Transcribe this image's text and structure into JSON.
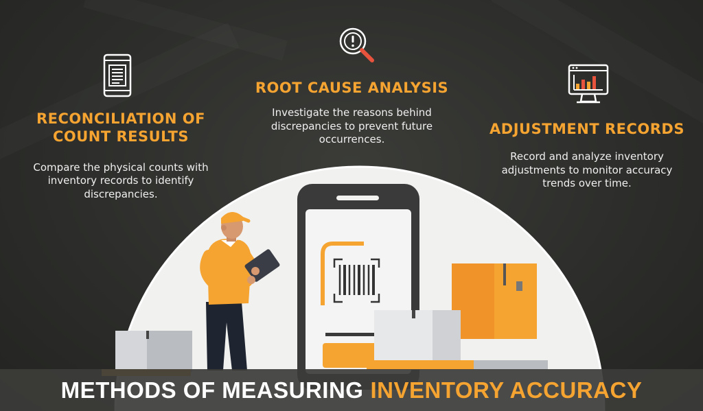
{
  "sections": {
    "left": {
      "icon": "document-tablet-icon",
      "title_line1": "RECONCILIATION OF",
      "title_line2": "COUNT RESULTS",
      "body_line1": "Compare the physical counts with",
      "body_line2": "inventory records to identify",
      "body_line3": "discrepancies."
    },
    "middle": {
      "icon": "magnifier-alert-icon",
      "title": "ROOT CAUSE ANALYSIS",
      "body_line1": "Investigate the reasons behind",
      "body_line2": "discrepancies to prevent future",
      "body_line3": "occurrences."
    },
    "right": {
      "icon": "monitor-bar-chart-icon",
      "title": "ADJUSTMENT RECORDS",
      "body_line1": "Record and analyze inventory",
      "body_line2": "adjustments to monitor accuracy",
      "body_line3": "trends over time."
    }
  },
  "banner": {
    "white_text": "METHODS OF MEASURING",
    "orange_text": "INVENTORY ACCURACY"
  },
  "colors": {
    "accent": "#f5a431",
    "background": "#2e2f2c",
    "text": "#ffffff"
  }
}
